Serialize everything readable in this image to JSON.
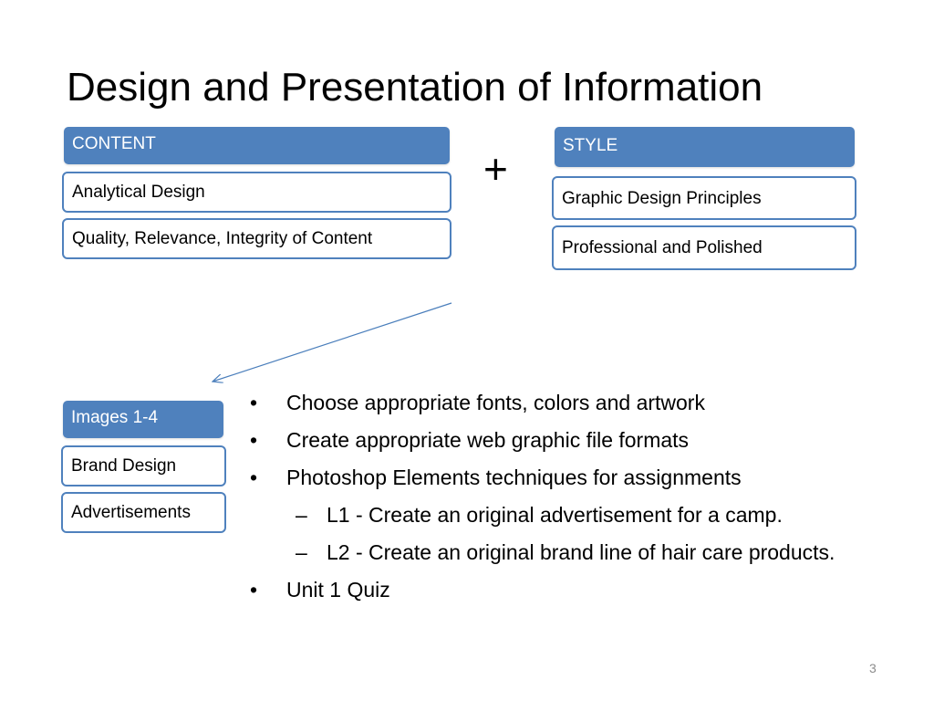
{
  "slide": {
    "title": "Design and Presentation of Information",
    "page_number": "3"
  },
  "content_group": {
    "header": "CONTENT",
    "items": [
      "Analytical Design",
      "Quality, Relevance, Integrity of Content"
    ]
  },
  "plus_symbol": "+",
  "style_group": {
    "header": "STYLE",
    "items": [
      "Graphic Design Principles",
      "Professional and Polished"
    ]
  },
  "images_group": {
    "header": "Images 1-4",
    "items": [
      "Brand Design",
      "Advertisements"
    ]
  },
  "bullets": {
    "bullet_mark": "•",
    "dash_mark": "–",
    "items": [
      "Choose appropriate fonts, colors and artwork",
      "Create appropriate web graphic file formats",
      "Photoshop Elements techniques for assignments"
    ],
    "sub_items": [
      "L1 - Create an original advertisement for a camp.",
      "L2 - Create an original brand line of hair care products."
    ],
    "last_item": "Unit 1 Quiz"
  },
  "colors": {
    "accent": "#4f81bd",
    "arrow": "#4a7ebb"
  }
}
